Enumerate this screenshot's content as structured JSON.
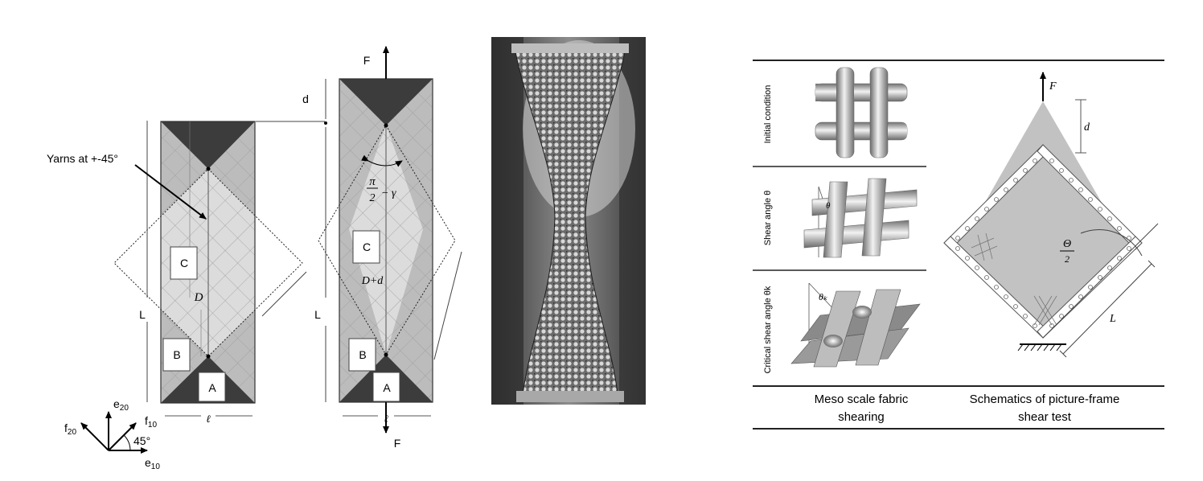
{
  "panel_left": {
    "yarns_label": "Yarns at +-45°",
    "L": "L",
    "D": "D",
    "ell": "ℓ",
    "zone_c": "C",
    "zone_b": "B",
    "zone_a": "A"
  },
  "axes": {
    "e20": "e",
    "e20_sub": "20",
    "f20": "f",
    "f20_sub": "20",
    "f10": "f",
    "f10_sub": "10",
    "e10": "e",
    "e10_sub": "10",
    "angle": "45°"
  },
  "panel_deformed": {
    "F_top": "F",
    "F_bottom": "F",
    "d": "d",
    "L": "L",
    "D_plus_d": "D+d",
    "ell": "ℓ",
    "zone_c": "C",
    "zone_b": "B",
    "zone_a": "A",
    "angle_num": "π",
    "angle_den": "2",
    "angle_minus": "− γ"
  },
  "table": {
    "row1_label": "Initial condition",
    "row2_label": "Shear angle θ",
    "row3_label": "Critical shear angle θk",
    "theta_small": "θ",
    "theta_k": "θₖ",
    "F": "F",
    "d": "d",
    "Theta_num": "Θ",
    "Theta_den": "2",
    "L": "L",
    "caption_left_1": "Meso scale fabric",
    "caption_left_2": "shearing",
    "caption_right_1": "Schematics of picture-frame",
    "caption_right_2": "shear test"
  }
}
